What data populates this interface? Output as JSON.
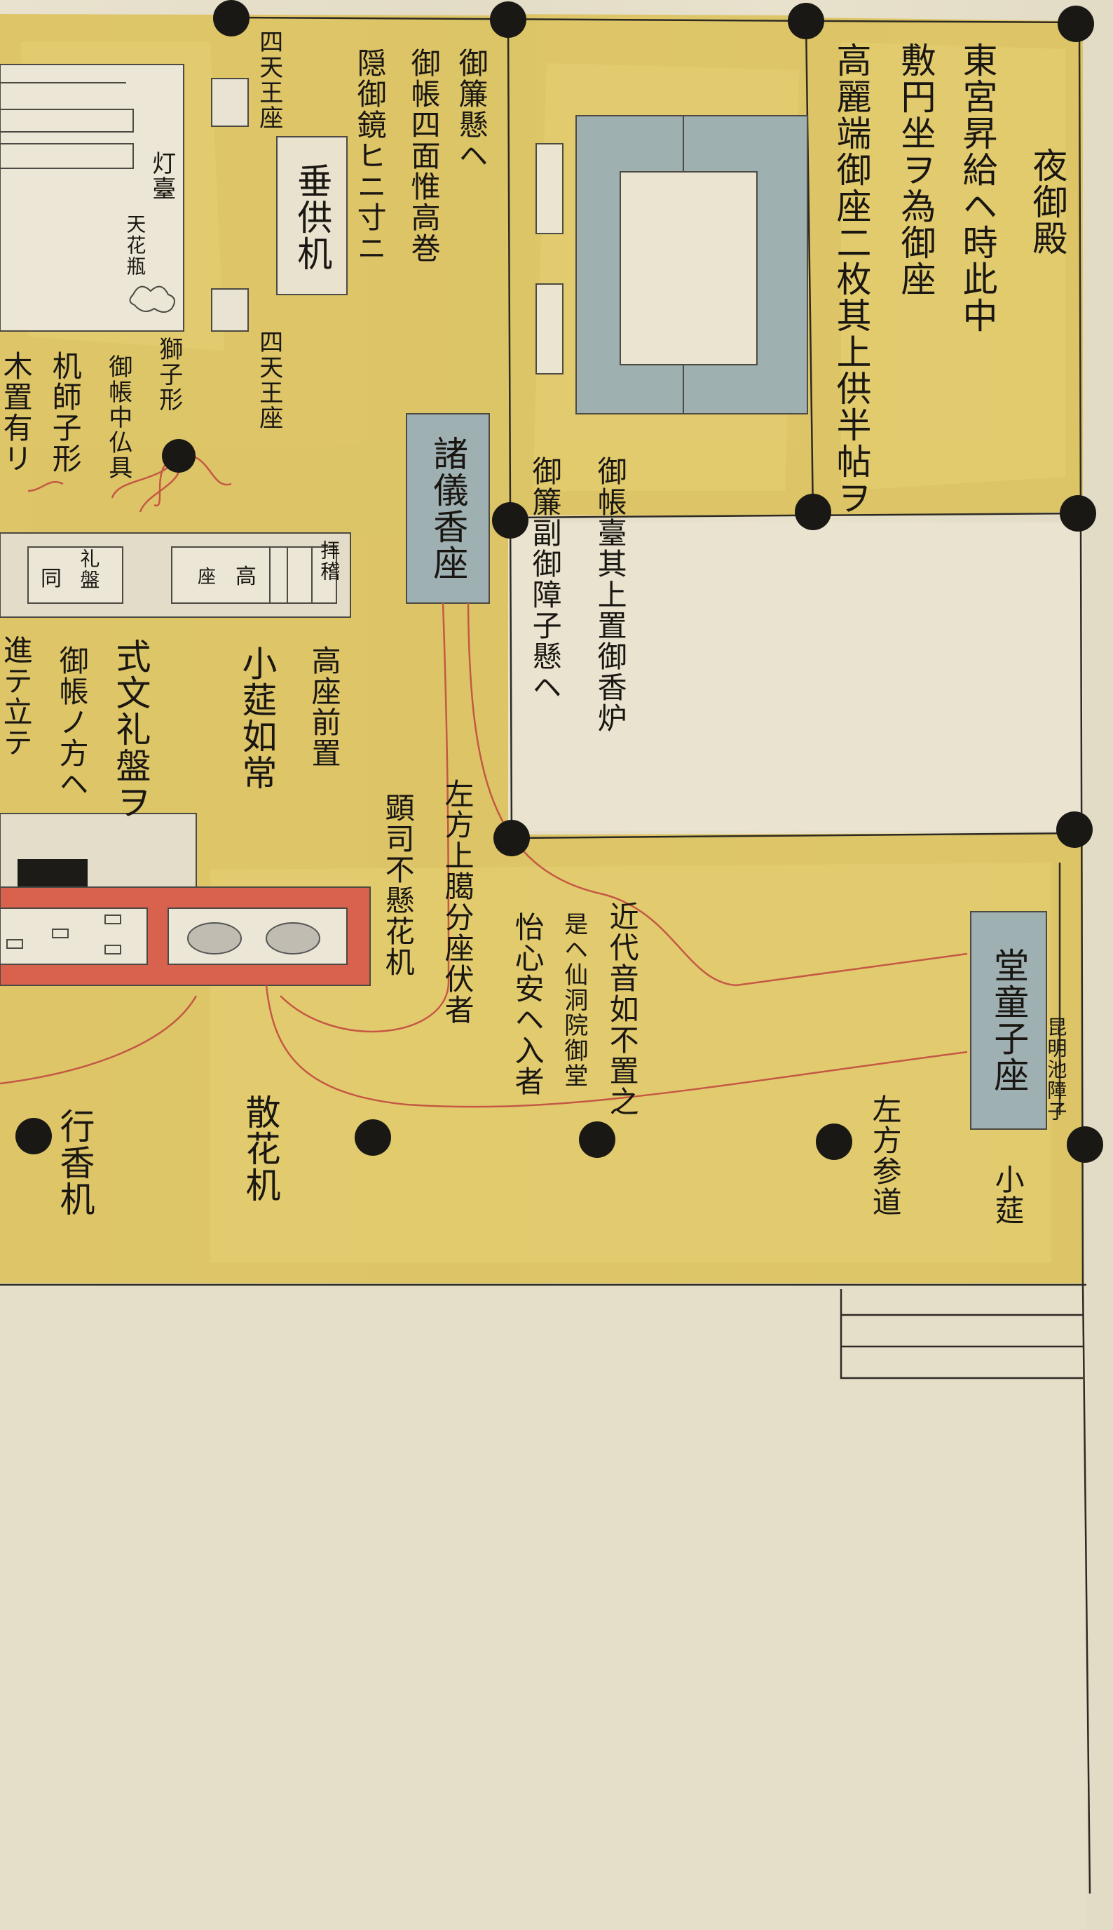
{
  "texts": {
    "yoru_gyoden": "夜御殿",
    "east_1": "東宮昇給ヘ時此中",
    "east_2": "敷円坐ヲ為御座",
    "east_3": "高麗端御座二枚其上供半帖ヲ",
    "tatami_1": "御帳臺其上置御香炉",
    "tatami_2": "御簾副御障子懸ヘ",
    "misu": "御簾懸ヘ",
    "mitobari": "御帳四面惟高巻",
    "kagami": "隠御鏡ヒニ寸ニ",
    "shitenza_top": "四天王座",
    "shitenza_bottom": "四天王座",
    "kuge": "垂供机",
    "toudai": "灯臺",
    "tenkagan": "天花瓶",
    "shishi": "獅子形",
    "gyocho_1": "御帳中仏具",
    "gyocho_2": "机師子形",
    "gyocho_3": "木置有リ",
    "shoshiki": "諸儀香座",
    "shiki": "式文礼盤ヲ",
    "gyocho_kata": "御帳ノ方ヘ",
    "susumu": "進テ立テ",
    "koniwa_1": "小莚如常",
    "kouza": "高座前置",
    "kumon": "顕司不懸花机",
    "sahou_1": "左方上臈分座伏者",
    "kindai": "近代音如不置之",
    "sentoin": "是ヘ仙洞院御堂",
    "ishin": "怡心安ヘ入者",
    "douji": "堂童子座",
    "koniwa_2": "小莚",
    "sahou_2": "左方参道",
    "misho": "昆明池障子",
    "gyoko": "行香机",
    "sange": "散花机",
    "haidan": "拝稽",
    "kou": "高",
    "za": "座",
    "rei": "礼盤",
    "ji": "同"
  }
}
